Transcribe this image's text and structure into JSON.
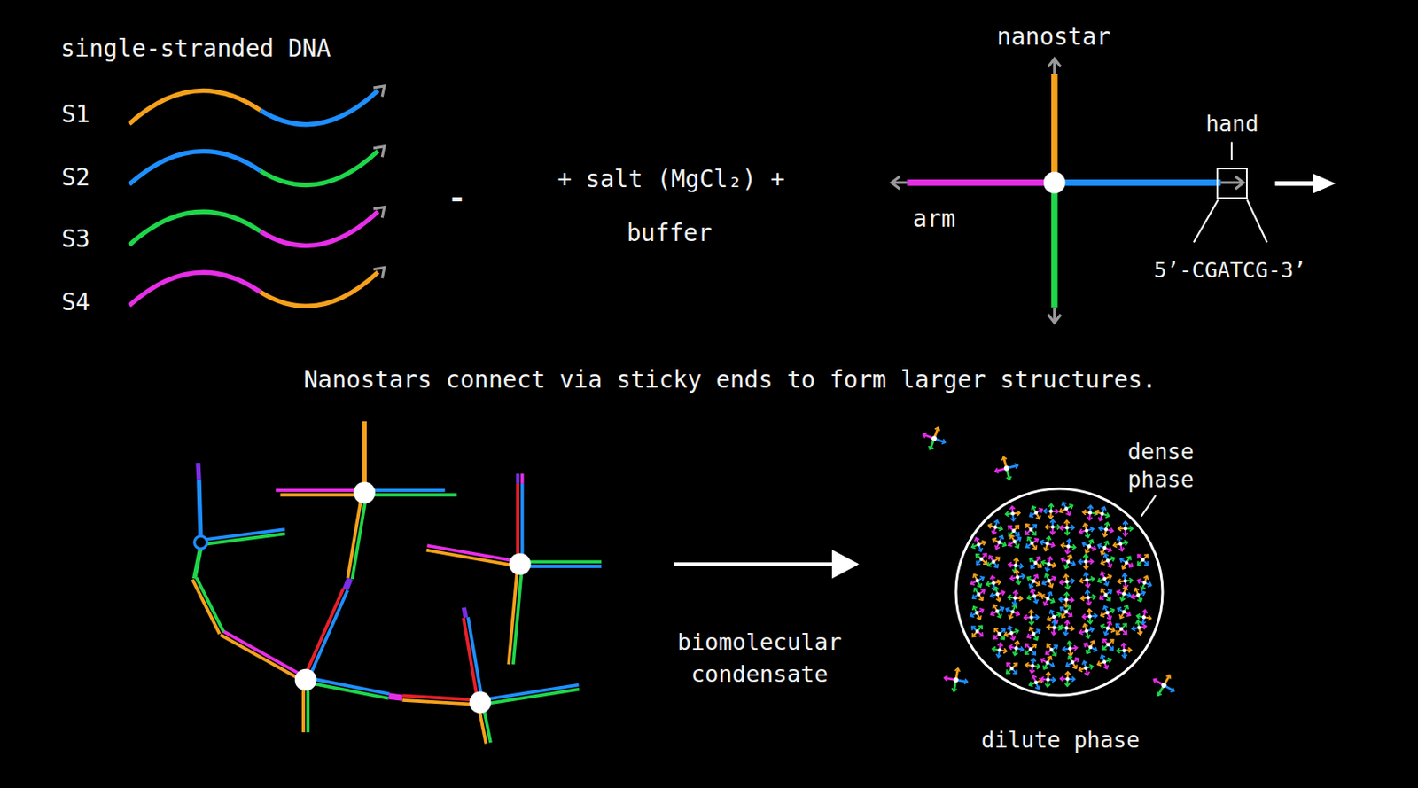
{
  "diagram": {
    "nodes": [
      {
        "text": [
          "hand"
        ]
      },
      {
        "text": [
          "dense phase"
        ]
      }
    ],
    "labels": [
      "single-stranded DNA",
      "S1",
      "S2",
      "S3",
      "S4",
      "-",
      "+ salt (MgCl₂) +",
      "buffer",
      "nanostar",
      "arm",
      "5’-CGATCG-3’",
      "Nanostars connect via sticky ends to form larger structures.",
      "biomolecular condensate",
      "dilute phase"
    ]
  }
}
